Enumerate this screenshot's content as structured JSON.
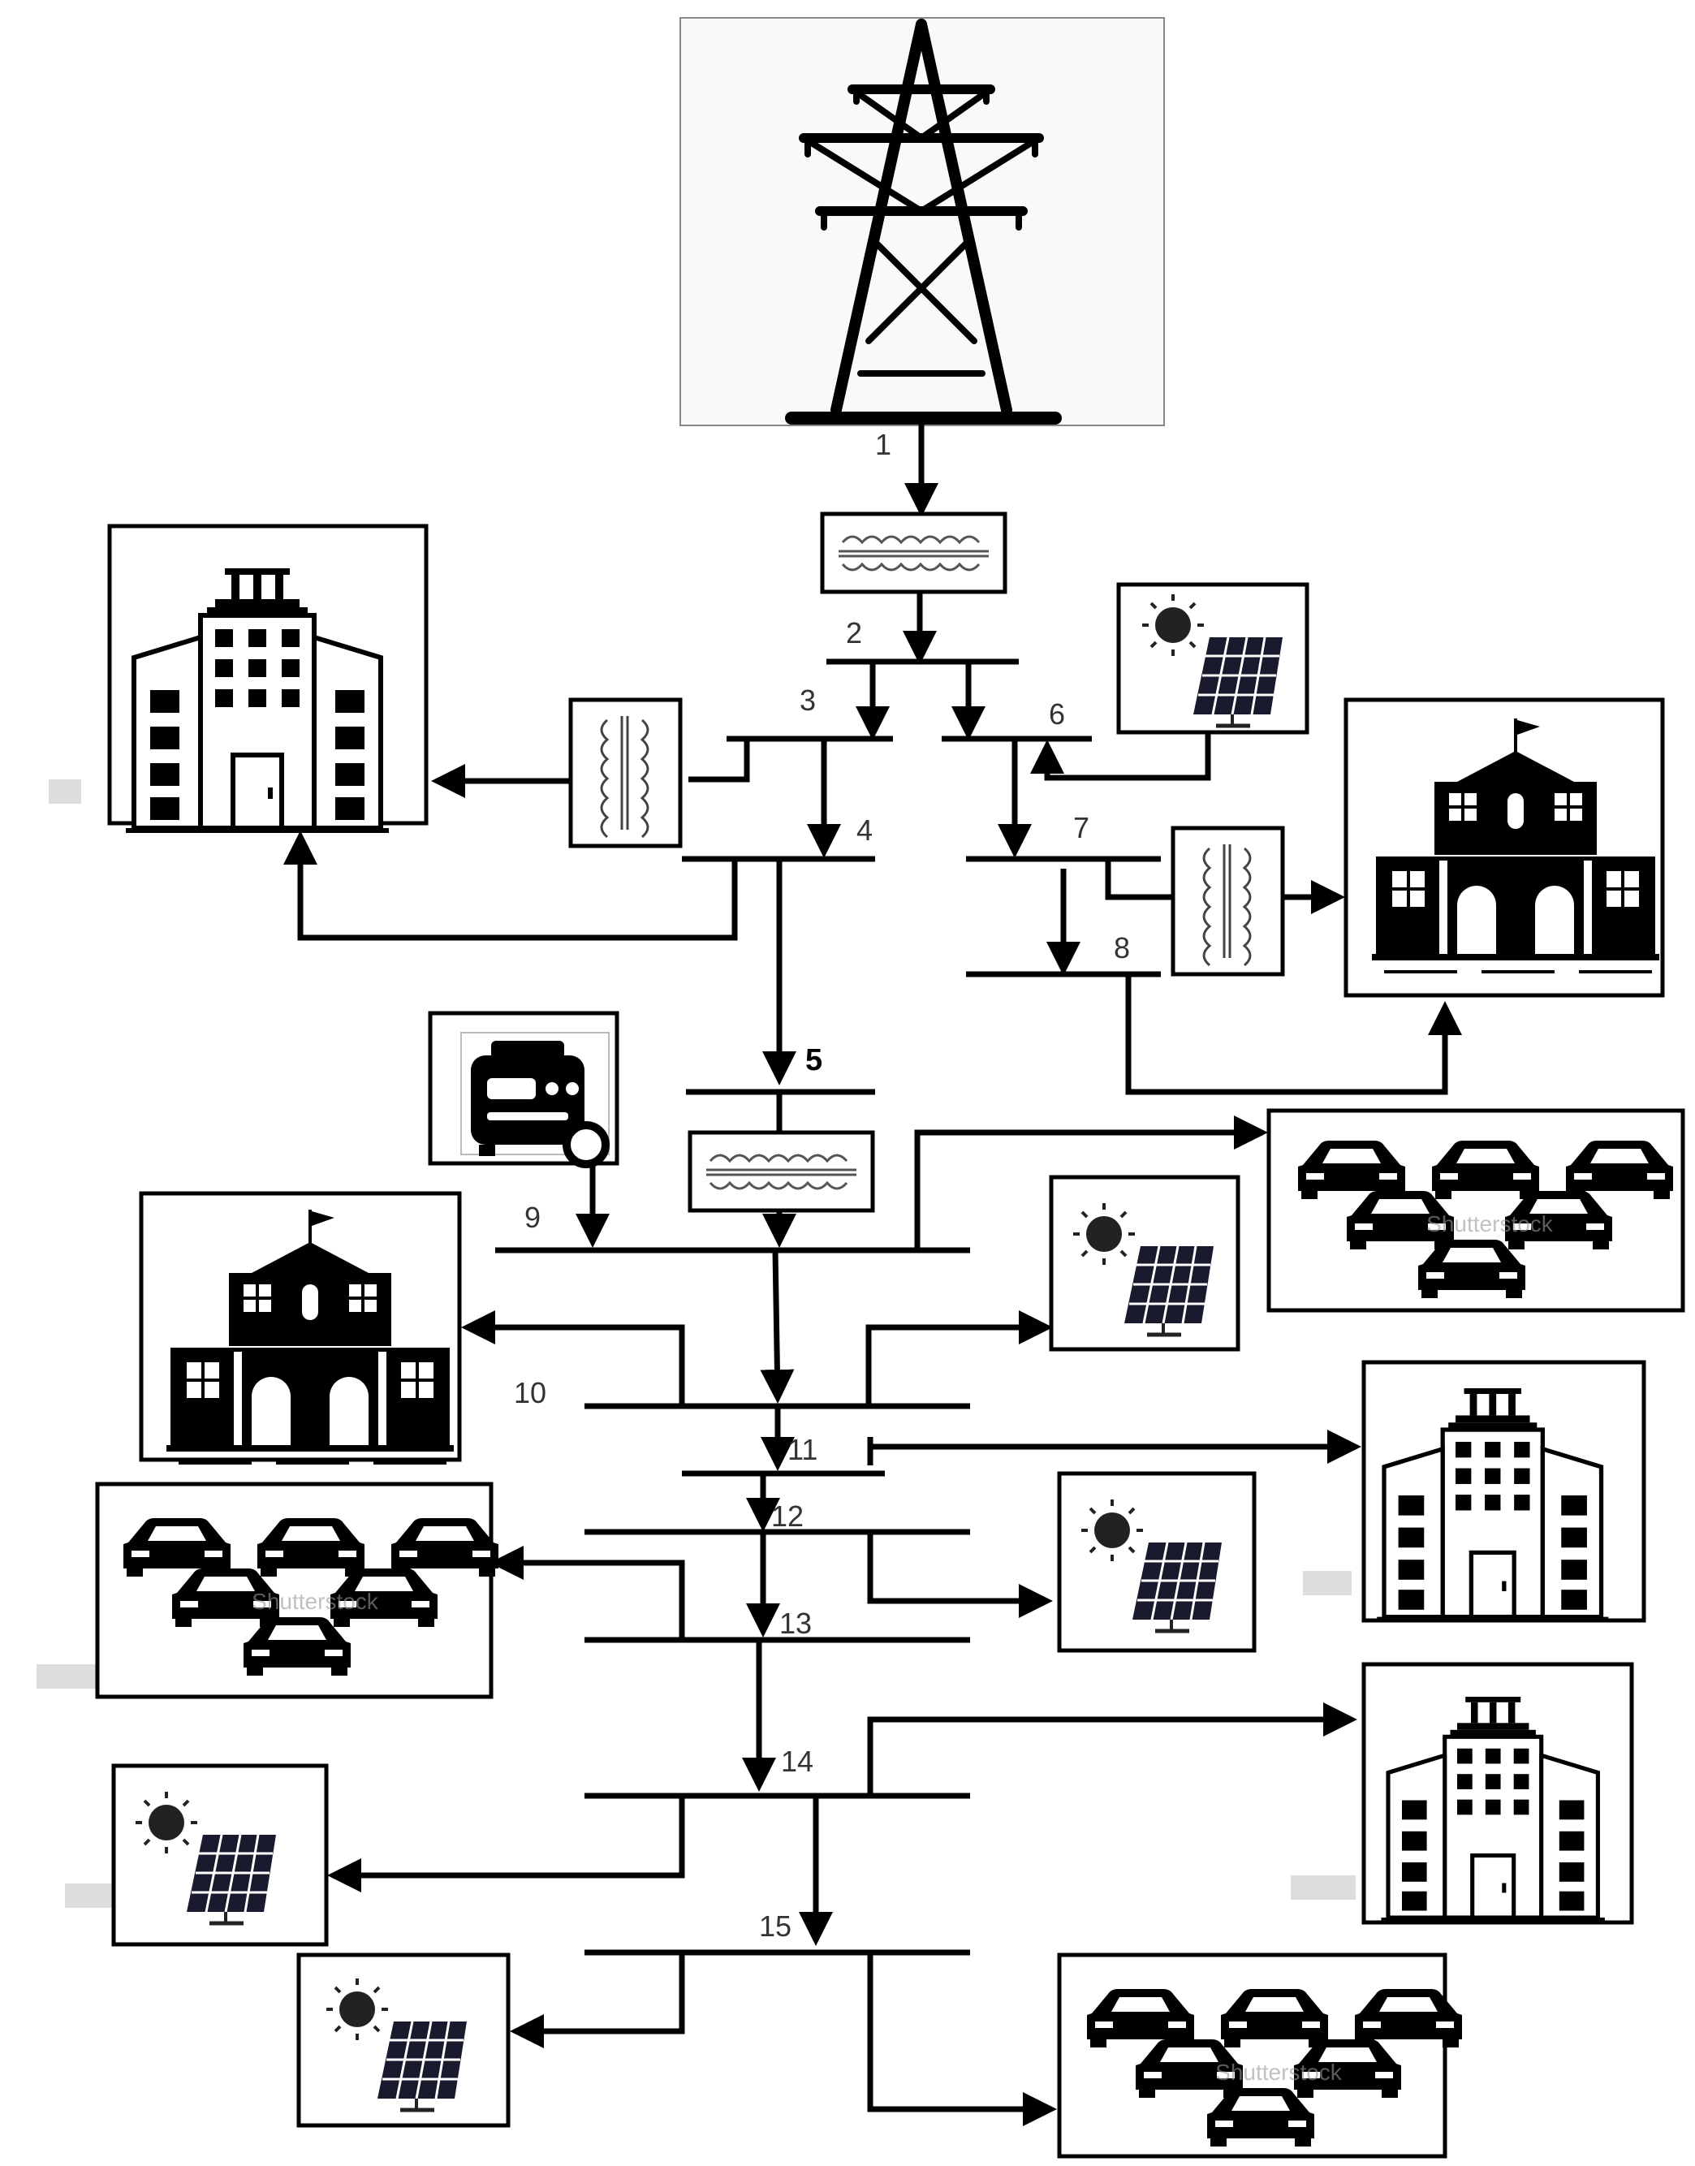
{
  "buses": [
    {
      "id": "bus-1",
      "label": "1"
    },
    {
      "id": "bus-2",
      "label": "2"
    },
    {
      "id": "bus-3",
      "label": "3"
    },
    {
      "id": "bus-4",
      "label": "4"
    },
    {
      "id": "bus-5",
      "label": "5"
    },
    {
      "id": "bus-6",
      "label": "6"
    },
    {
      "id": "bus-7",
      "label": "7"
    },
    {
      "id": "bus-8",
      "label": "8"
    },
    {
      "id": "bus-9",
      "label": "9"
    },
    {
      "id": "bus-10",
      "label": "10"
    },
    {
      "id": "bus-11",
      "label": "11"
    },
    {
      "id": "bus-12",
      "label": "12"
    },
    {
      "id": "bus-13",
      "label": "13"
    },
    {
      "id": "bus-14",
      "label": "14"
    },
    {
      "id": "bus-15",
      "label": "15"
    }
  ],
  "icons": {
    "grid": "transmission-tower-icon",
    "transformer": "transformer-icon",
    "solar": "solar-panel-icon",
    "office": "office-building-icon",
    "civic": "civic-building-icon",
    "ev": "ev-parking-icon",
    "generator": "generator-icon"
  },
  "watermark": "Shutterstock"
}
